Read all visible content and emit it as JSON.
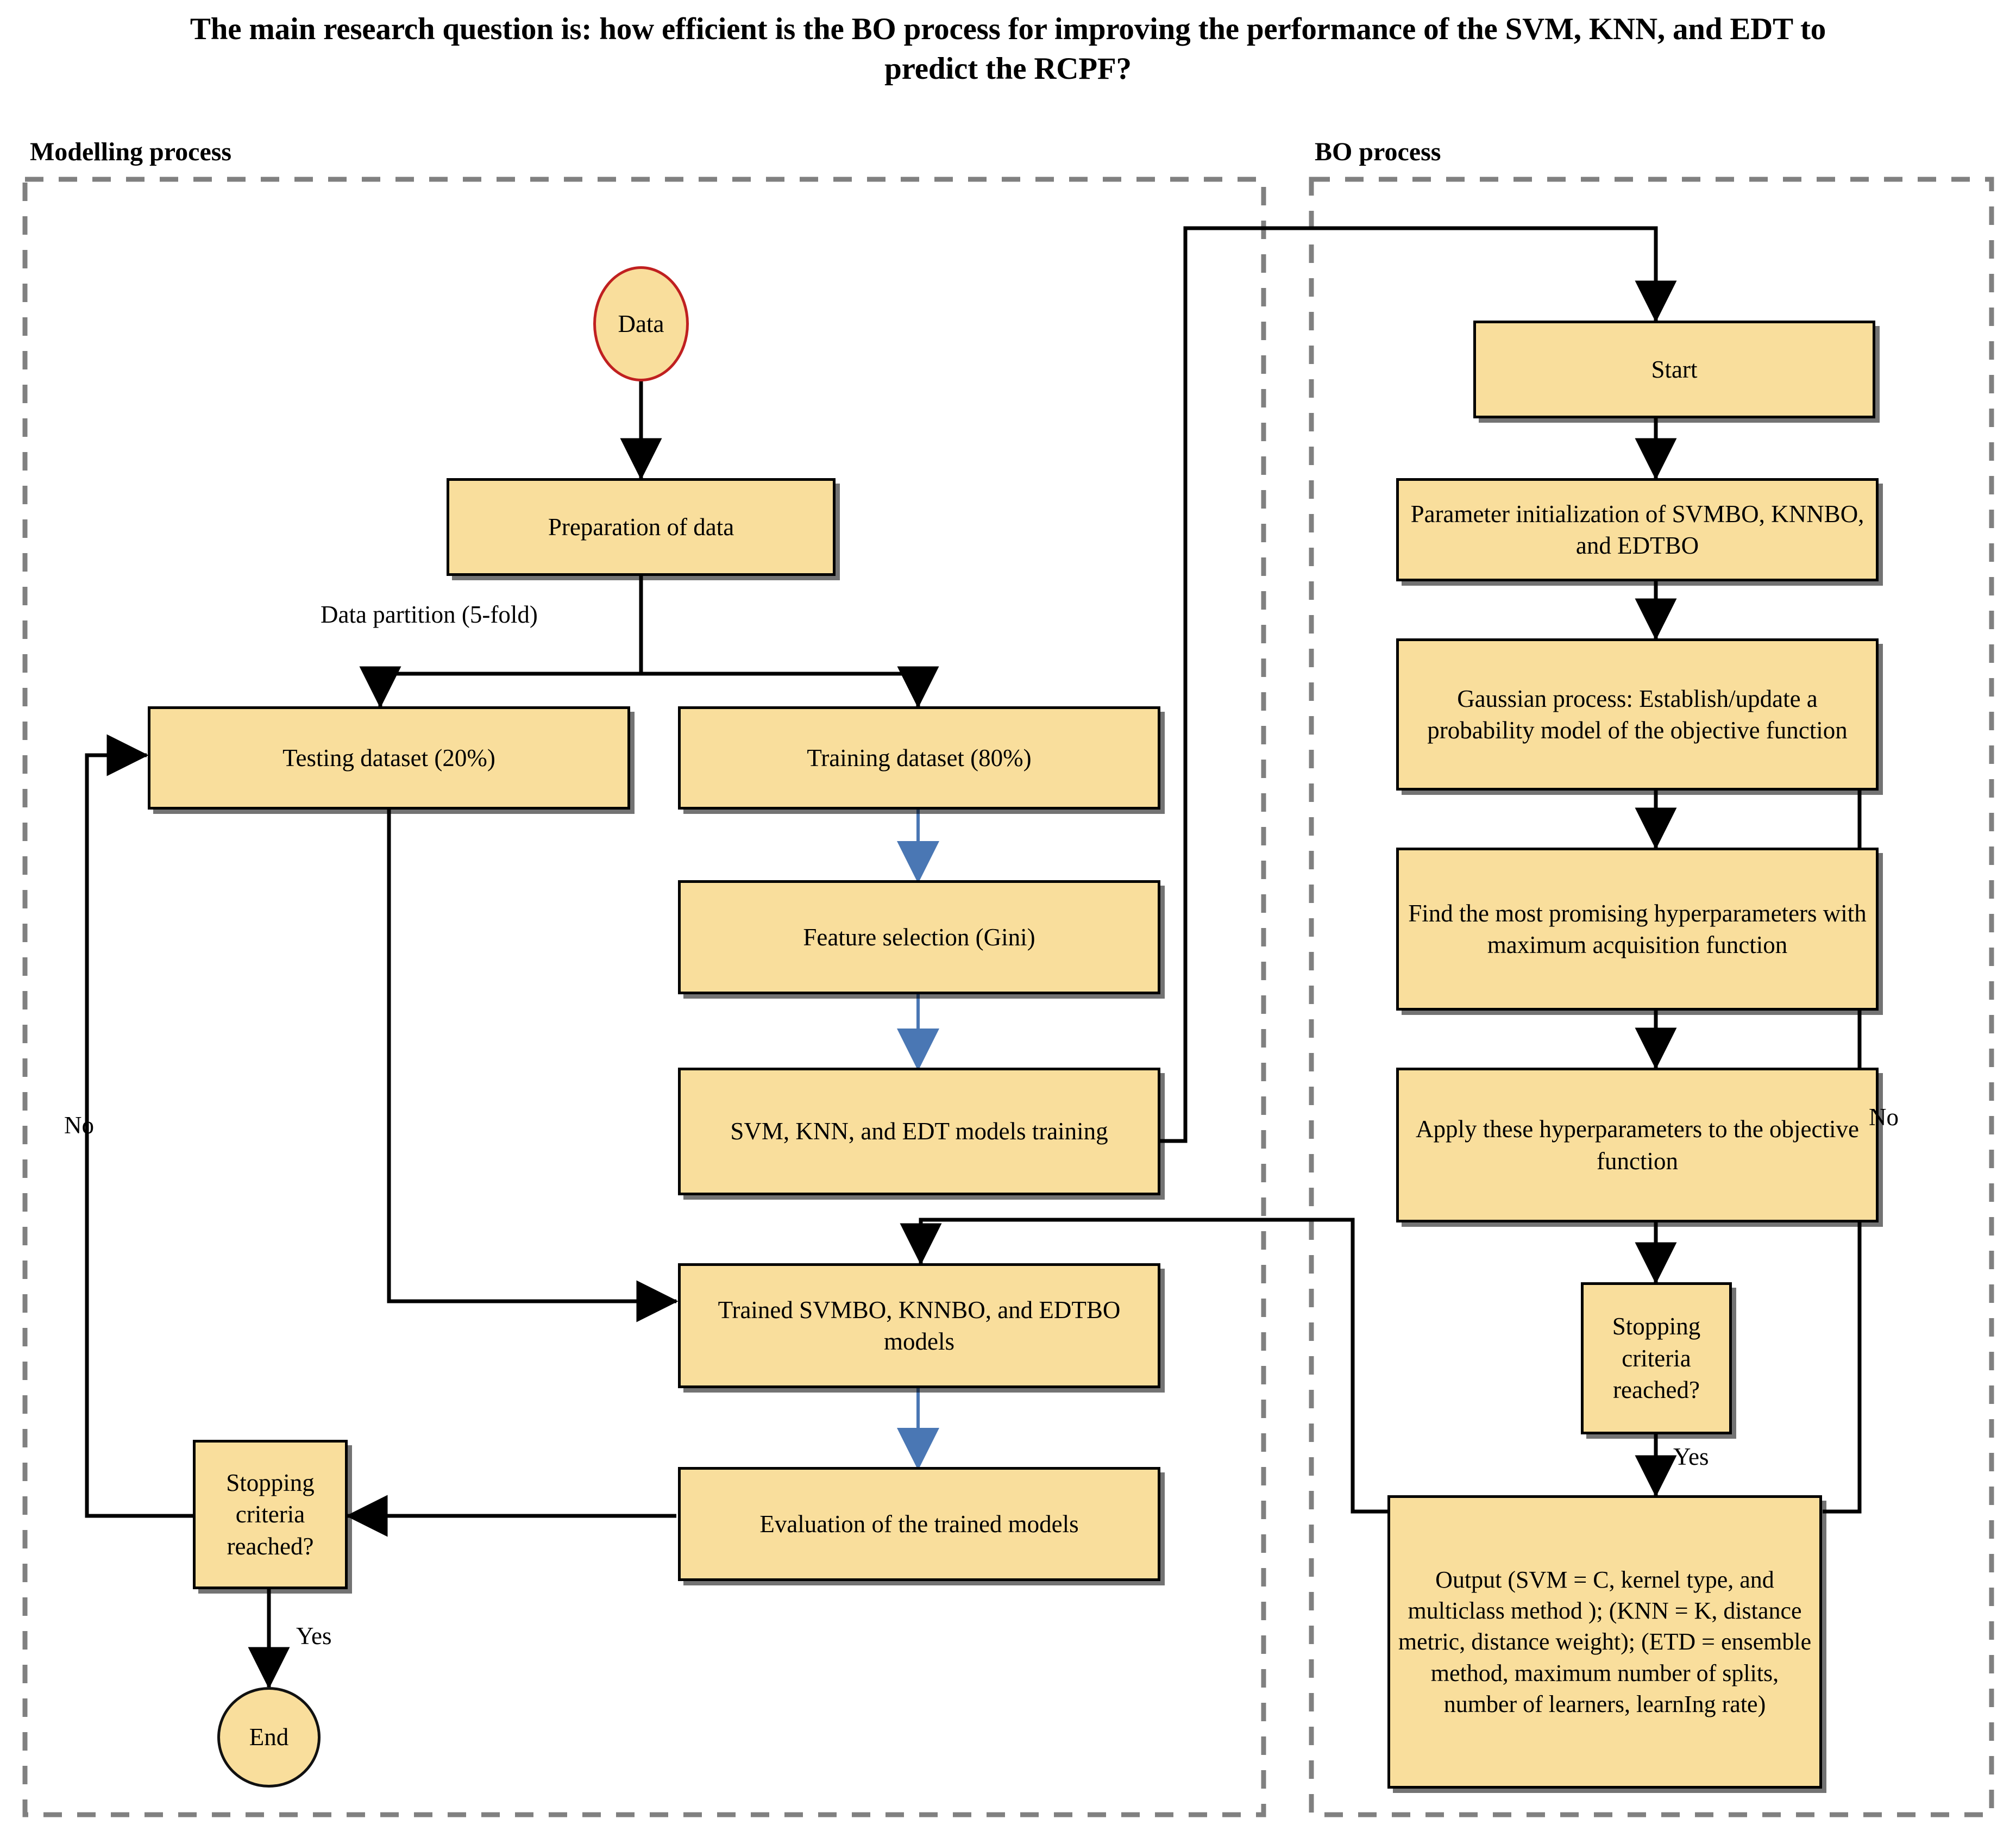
{
  "figure": {
    "title_line1": "The main research question is: how efficient is the BO process for improving the performance of the SVM, KNN, and EDT to",
    "title_line2": "predict the RCPF?"
  },
  "panels": {
    "left": {
      "label": "Modelling process"
    },
    "right": {
      "label": "BO process"
    }
  },
  "nodes": {
    "data": "Data",
    "preparation": "Preparation of data",
    "testing": "Testing dataset (20%)",
    "training": "Training dataset (80%)",
    "feature_selection": "Feature selection (Gini)",
    "models_training": "SVM, KNN, and EDT models training",
    "trained_models": "Trained SVMBO, KNNBO, and EDTBO models",
    "evaluation": "Evaluation of the trained models",
    "stopping_left": "Stopping criteria reached?",
    "end": "End",
    "start": "Start",
    "param_init": "Parameter initialization of SVMBO, KNNBO, and EDTBO",
    "gaussian": "Gaussian process: Establish/update a probability model of the objective function",
    "acquisition": "Find the most promising hyperparameters with maximum acquisition function",
    "apply": "Apply these hyperparameters to the objective function",
    "stopping_right": "Stopping criteria reached?",
    "output": "Output (SVM = C, kernel type, and multiclass method ); (KNN = K, distance metric, distance weight); (ETD = ensemble method, maximum number of splits, number of learners, learnIng rate)"
  },
  "edge_labels": {
    "data_partition": "Data partition (5-fold)",
    "no_left": "No",
    "yes_left": "Yes",
    "no_right": "No",
    "yes_right": "Yes"
  },
  "colors": {
    "node_fill": "#F9DE9C",
    "node_border": "#000000",
    "data_border": "#C02020",
    "panel_border": "#808080",
    "blue_arrow": "#4A77B4",
    "black_arrow": "#000000"
  }
}
